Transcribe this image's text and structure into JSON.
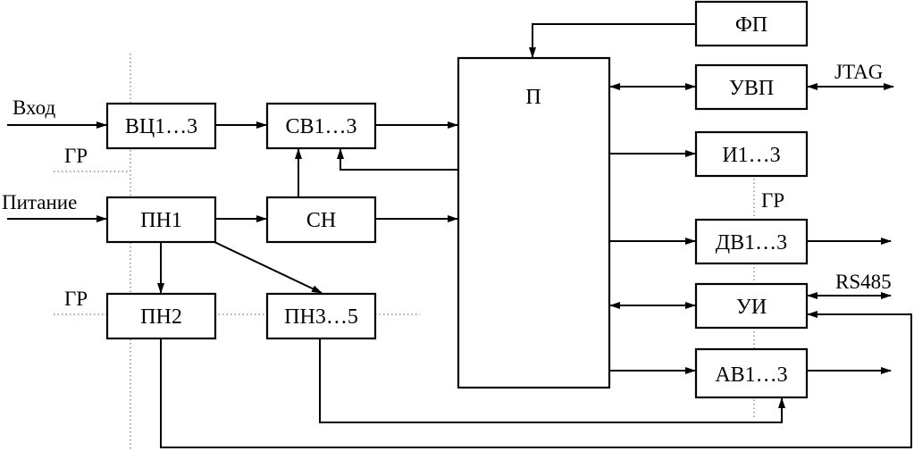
{
  "blocks": {
    "vc": "ВЦ1…3",
    "sv": "СВ1…3",
    "pn1": "ПН1",
    "sn": "СН",
    "pn2": "ПН2",
    "pn35": "ПН3…5",
    "p": "П",
    "fp": "ФП",
    "uvp": "УВП",
    "i13": "И1…3",
    "dv": "ДВ1…3",
    "ui": "УИ",
    "av": "АВ1…3"
  },
  "signals": {
    "input": "Вход",
    "power": "Питание",
    "jtag": "JTAG",
    "rs485": "RS485"
  },
  "boundary_labels": {
    "gr_left_top": "ГР",
    "gr_left_bottom": "ГР",
    "gr_right": "ГР"
  },
  "colors": {
    "line": "#000000",
    "background": "#ffffff",
    "boundary": "#777777"
  }
}
